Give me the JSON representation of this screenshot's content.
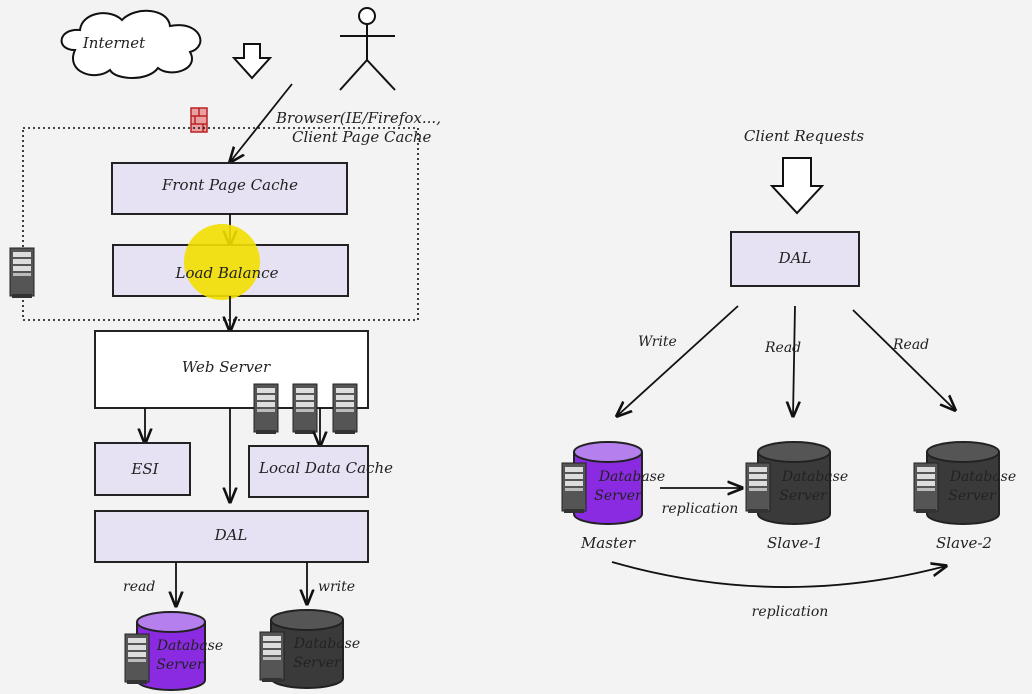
{
  "colors": {
    "box_fill": "#e6e1f3",
    "box_stroke": "#222222",
    "master_db": "#8a2be2",
    "slave_db": "#3a3a3a",
    "highlight": "#f2df00",
    "firewall": "#c0392b"
  },
  "icons": {
    "cloud": "cloud-icon",
    "actor": "user-stick-figure-icon",
    "server": "server-tower-icon",
    "firewall": "firewall-icon",
    "database": "database-cylinder-icon"
  },
  "left": {
    "internet": "Internet",
    "browser_line1": "Browser(IE/Firefox...,",
    "browser_line2": "Client Page Cache",
    "front_page_cache": "Front Page Cache",
    "load_balance": "Load Balance",
    "web_server": "Web Server",
    "esi": "ESI",
    "local_data_cache": "Local Data Cache",
    "dal": "DAL",
    "read_label": "read",
    "write_label": "write",
    "db_read": {
      "line1": "Database",
      "line2": "Server"
    },
    "db_write": {
      "line1": "Database",
      "line2": "Server"
    }
  },
  "right": {
    "client_requests": "Client Requests",
    "dal": "DAL",
    "write_label": "Write",
    "read1_label": "Read",
    "read2_label": "Read",
    "master": {
      "line1": "Database",
      "line2": "Server",
      "caption": "Master"
    },
    "slave1": {
      "line1": "Database",
      "line2": "Server",
      "caption": "Slave-1"
    },
    "slave2": {
      "line1": "Database",
      "line2": "Server",
      "caption": "Slave-2"
    },
    "replication_short": "replication",
    "replication_long": "replication"
  }
}
